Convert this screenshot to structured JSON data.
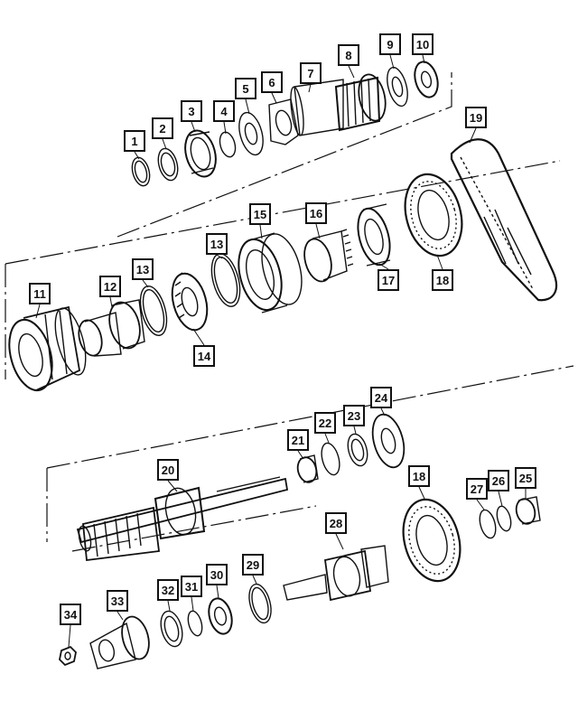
{
  "diagram": {
    "callouts": [
      {
        "id": "c1",
        "label": "1"
      },
      {
        "id": "c2",
        "label": "2"
      },
      {
        "id": "c3",
        "label": "3"
      },
      {
        "id": "c4",
        "label": "4"
      },
      {
        "id": "c5",
        "label": "5"
      },
      {
        "id": "c6",
        "label": "6"
      },
      {
        "id": "c7",
        "label": "7"
      },
      {
        "id": "c8",
        "label": "8"
      },
      {
        "id": "c9",
        "label": "9"
      },
      {
        "id": "c10",
        "label": "10"
      },
      {
        "id": "c11",
        "label": "11"
      },
      {
        "id": "c12",
        "label": "12"
      },
      {
        "id": "c13a",
        "label": "13"
      },
      {
        "id": "c13b",
        "label": "13"
      },
      {
        "id": "c14",
        "label": "14"
      },
      {
        "id": "c15",
        "label": "15"
      },
      {
        "id": "c16",
        "label": "16"
      },
      {
        "id": "c17",
        "label": "17"
      },
      {
        "id": "c18a",
        "label": "18"
      },
      {
        "id": "c19",
        "label": "19"
      },
      {
        "id": "c20",
        "label": "20"
      },
      {
        "id": "c21",
        "label": "21"
      },
      {
        "id": "c22",
        "label": "22"
      },
      {
        "id": "c23",
        "label": "23"
      },
      {
        "id": "c24",
        "label": "24"
      },
      {
        "id": "c18b",
        "label": "18"
      },
      {
        "id": "c27",
        "label": "27"
      },
      {
        "id": "c26",
        "label": "26"
      },
      {
        "id": "c25",
        "label": "25"
      },
      {
        "id": "c28",
        "label": "28"
      },
      {
        "id": "c29",
        "label": "29"
      },
      {
        "id": "c30",
        "label": "30"
      },
      {
        "id": "c31",
        "label": "31"
      },
      {
        "id": "c32",
        "label": "32"
      },
      {
        "id": "c33",
        "label": "33"
      },
      {
        "id": "c34",
        "label": "34"
      }
    ]
  }
}
